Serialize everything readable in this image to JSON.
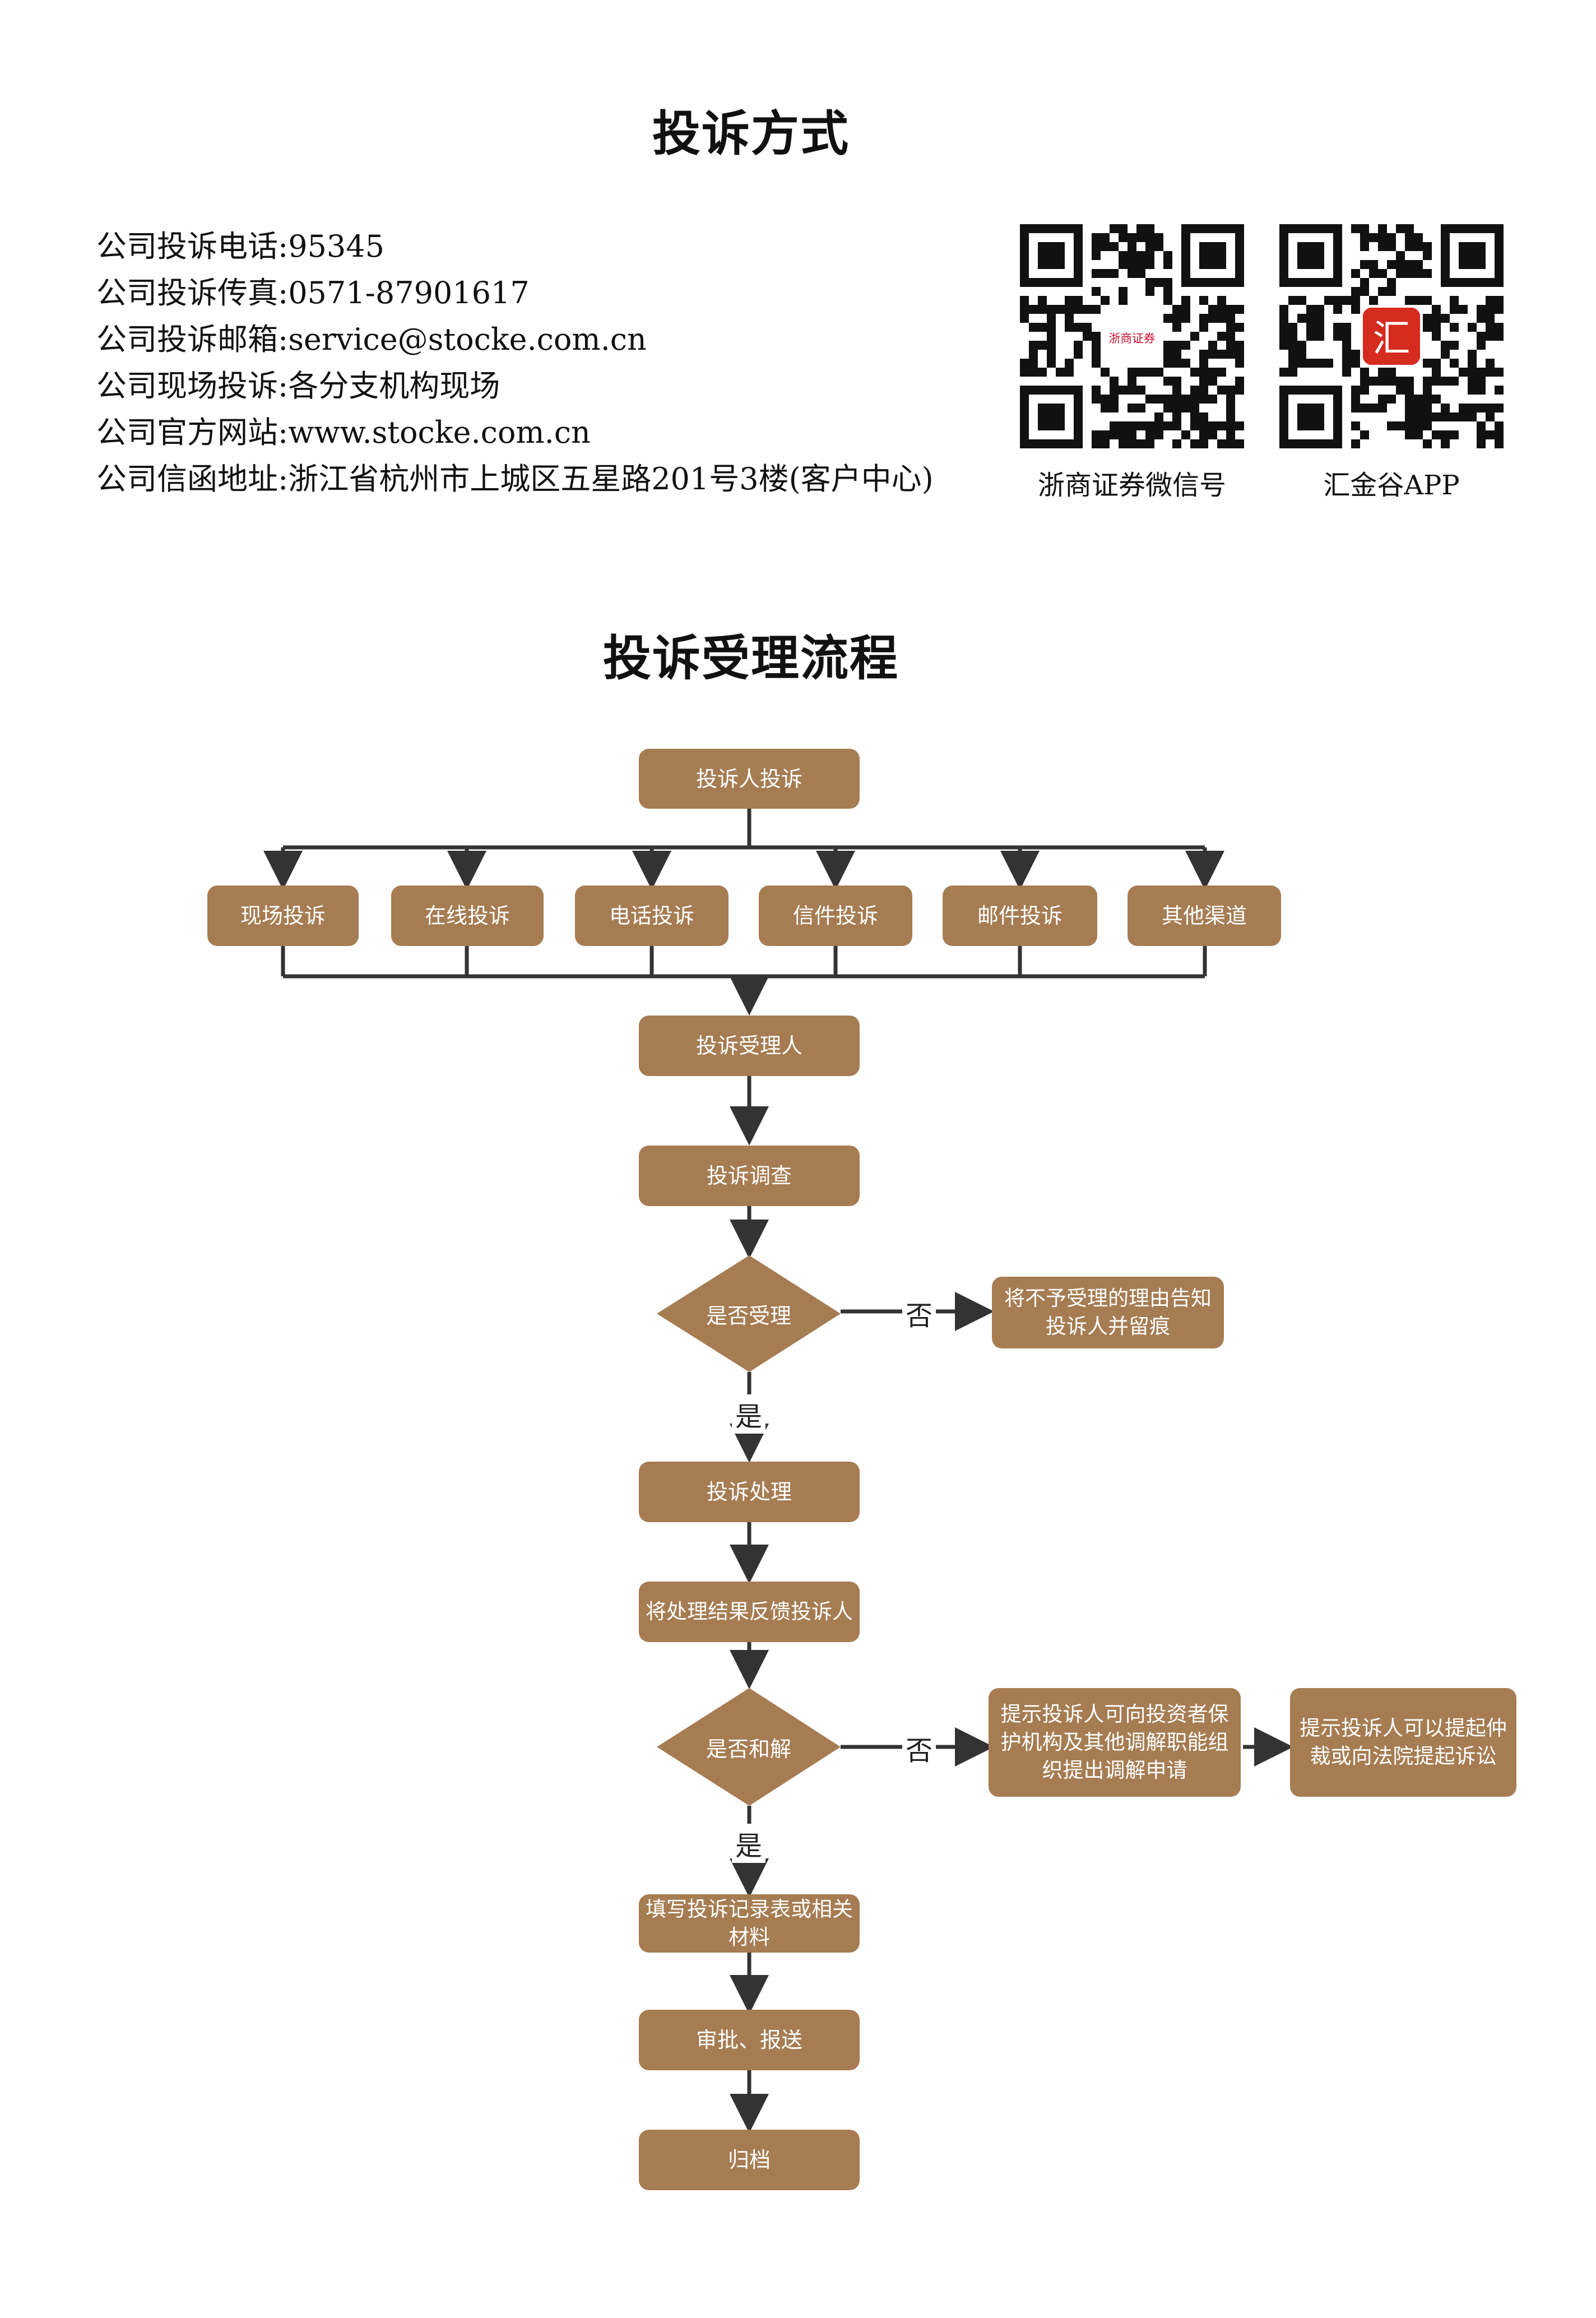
{
  "titles": {
    "contact": "投诉方式",
    "process": "投诉受理流程"
  },
  "contact_lines": [
    "公司投诉电话:95345",
    "公司投诉传真:0571-87901617",
    "公司投诉邮箱:service@stocke.com.cn",
    "公司现场投诉:各分支机构现场",
    "公司官方网站:www.stocke.com.cn",
    "公司信函地址:浙江省杭州市上城区五星路201号3楼(客户中心)"
  ],
  "qr_codes": [
    {
      "caption": "浙商证券微信号",
      "logo_text": "浙商证券",
      "logo_color": "#c8102e"
    },
    {
      "caption": "汇金谷APP",
      "logo_text": "汇",
      "logo_color": "#d62b1f"
    }
  ],
  "flow": {
    "start": "投诉人投诉",
    "channels": [
      "现场投诉",
      "在线投诉",
      "电话投诉",
      "信件投诉",
      "邮件投诉",
      "其他渠道"
    ],
    "receiver": "投诉受理人",
    "investigate": "投诉调查",
    "decision1": "是否受理",
    "decision1_no_label": "否",
    "decision1_no_result": "将不予受理的理由告知投诉人并留痕",
    "decision1_yes_label": "是",
    "handle": "投诉处理",
    "feedback": "将处理结果反馈投诉人",
    "decision2": "是否和解",
    "decision2_no_label": "否",
    "decision2_no_result": "提示投诉人可向投资者保护机构及其他调解职能组织提出调解申请",
    "decision2_no_next": "提示投诉人可以提起仲裁或向法院提起诉讼",
    "decision2_yes_label": "是",
    "record": "填写投诉记录表或相关材料",
    "approve": "审批、报送",
    "archive": "归档"
  },
  "colors": {
    "box_fill": "#a67c52",
    "line": "#333333"
  }
}
